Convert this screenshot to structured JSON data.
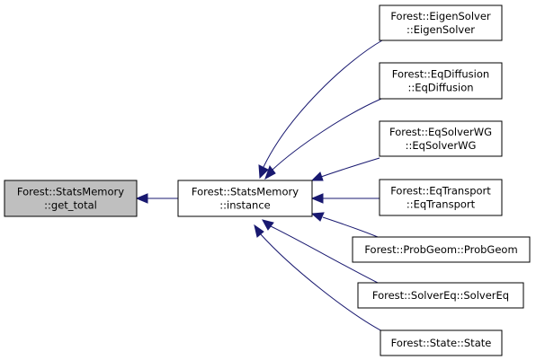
{
  "diagram": {
    "type": "call-graph",
    "colors": {
      "focus_fill": "#bfbfbf",
      "node_fill": "#ffffff",
      "node_border": "#000000",
      "edge": "#191970"
    },
    "nodes": [
      {
        "id": "get_total",
        "lines": [
          "Forest::StatsMemory",
          "::get_total"
        ],
        "focus": true
      },
      {
        "id": "instance",
        "lines": [
          "Forest::StatsMemory",
          "::instance"
        ]
      },
      {
        "id": "eigensolver",
        "lines": [
          "Forest::EigenSolver",
          "::EigenSolver"
        ]
      },
      {
        "id": "eqdiffusion",
        "lines": [
          "Forest::EqDiffusion",
          "::EqDiffusion"
        ]
      },
      {
        "id": "eqsolverwg",
        "lines": [
          "Forest::EqSolverWG",
          "::EqSolverWG"
        ]
      },
      {
        "id": "eqtransport",
        "lines": [
          "Forest::EqTransport",
          "::EqTransport"
        ]
      },
      {
        "id": "probgeom",
        "lines": [
          "Forest::ProbGeom::ProbGeom"
        ]
      },
      {
        "id": "solvereq",
        "lines": [
          "Forest::SolverEq::SolverEq"
        ]
      },
      {
        "id": "state",
        "lines": [
          "Forest::State::State"
        ]
      }
    ],
    "edges": [
      {
        "from": "instance",
        "to": "get_total"
      },
      {
        "from": "eigensolver",
        "to": "instance"
      },
      {
        "from": "eqdiffusion",
        "to": "instance"
      },
      {
        "from": "eqsolverwg",
        "to": "instance"
      },
      {
        "from": "eqtransport",
        "to": "instance"
      },
      {
        "from": "probgeom",
        "to": "instance"
      },
      {
        "from": "solvereq",
        "to": "instance"
      },
      {
        "from": "state",
        "to": "instance"
      }
    ]
  }
}
